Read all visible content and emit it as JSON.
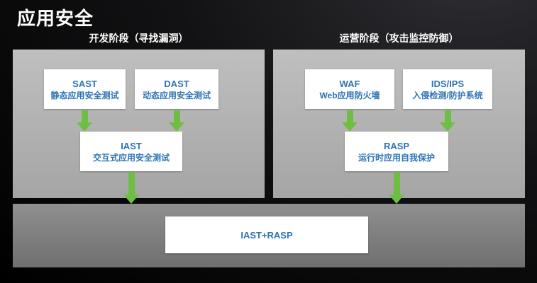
{
  "page": {
    "title": "应用安全"
  },
  "sections": {
    "dev": {
      "label": "开发阶段（寻找漏洞）"
    },
    "ops": {
      "label": "运营阶段（攻击监控防御）"
    }
  },
  "nodes": {
    "sast": {
      "title": "SAST",
      "subtitle": "静态应用安全测试"
    },
    "dast": {
      "title": "DAST",
      "subtitle": "动态应用安全测试"
    },
    "iast": {
      "title": "IAST",
      "subtitle": "交互式应用安全测试"
    },
    "waf": {
      "title": "WAF",
      "subtitle": "Web应用防火墙"
    },
    "idsips": {
      "title": "IDS/IPS",
      "subtitle": "入侵检测/防护系统"
    },
    "rasp": {
      "title": "RASP",
      "subtitle": "运行时应用自我保护"
    },
    "combined": {
      "title": "IAST+RASP"
    }
  },
  "colors": {
    "background": "#000000",
    "panel_gray": "#b3b3b3",
    "bottom_panel_gray": "#808080",
    "node_background": "#ffffff",
    "node_text_blue": "#2e74b5",
    "arrow_green": "#6fbe44",
    "label_white": "#ffffff"
  }
}
